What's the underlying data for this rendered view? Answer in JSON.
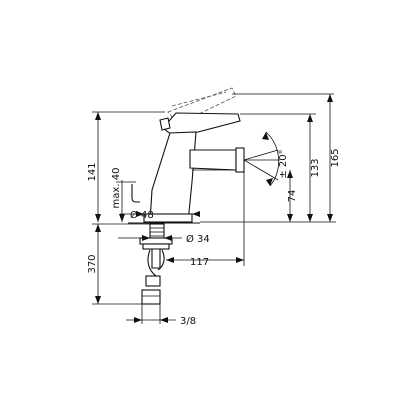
{
  "dimensions": {
    "d141": "141",
    "d_max40": "max. 40",
    "d370": "370",
    "d48": "Ø 48",
    "d34": "Ø 34",
    "d117": "117",
    "d3_8": "3/8",
    "d20": "± 20°",
    "d74": "74",
    "d133": "133",
    "d165": "165"
  }
}
